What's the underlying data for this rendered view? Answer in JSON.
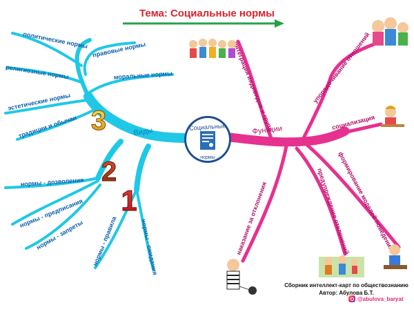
{
  "title": "Тема: Социальные нормы",
  "center": {
    "line1": "Социальные",
    "line2": "нормы"
  },
  "branches": {
    "left_main": "Виды",
    "right_main": "Функции"
  },
  "numbers": {
    "n1": "1",
    "n2": "2",
    "n3": "3"
  },
  "group3": [
    "политические нормы",
    "правовые нормы",
    "религиозные нормы",
    "моральные нормы",
    "эстетические нормы",
    "традиции и обычаи"
  ],
  "group2": [
    "нормы - дозволения",
    "нормы - предписания",
    "нормы - запреты"
  ],
  "group1": [
    "нормы - правила",
    "нормы - ожидания"
  ],
  "functions": [
    "интеграция индивидов и групп",
    "упорядочивание отношений",
    "социализация",
    "формирование моделей поведения",
    "предупреждение отклонений",
    "наказание за отклонения"
  ],
  "credits": {
    "line1": "Сборник интеллект-карт по обществознанию",
    "line2": "Автор: Абулова Б.Т."
  },
  "instagram": "@abulova_baryat",
  "colors": {
    "cyan": "#1fc8e6",
    "pink": "#e6318f",
    "arrow": "#22a34a",
    "title": "#d9232e"
  },
  "icons": [
    "arrow-right-icon",
    "certificate-icon",
    "children-group-icon",
    "family-icon",
    "teacher-icon",
    "family-activity-icon",
    "boy-fixing-icon",
    "prisoner-icon",
    "instagram-icon"
  ]
}
